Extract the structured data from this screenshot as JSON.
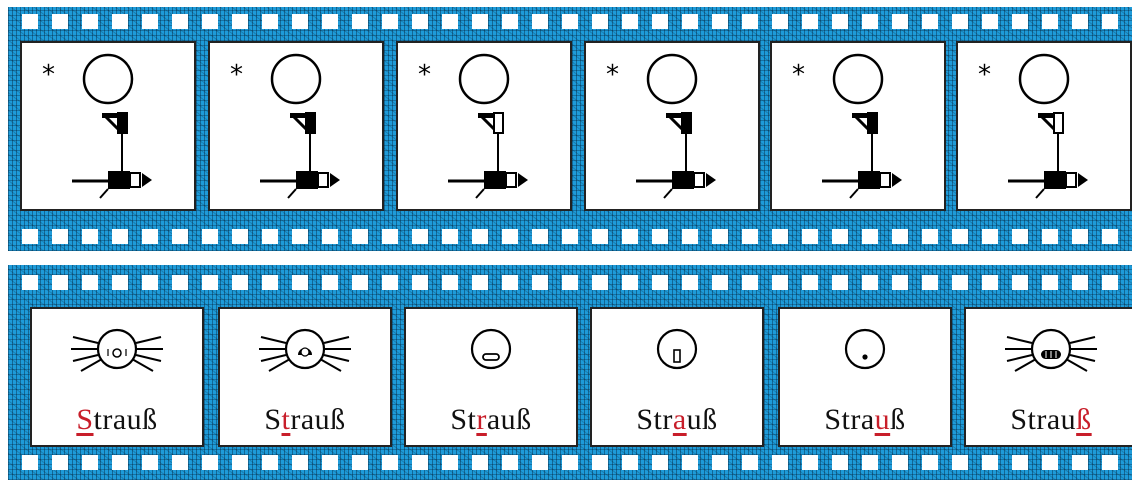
{
  "top_strip": {
    "frames": [
      {
        "mark": "*",
        "icon": "sign-notation-icon"
      },
      {
        "mark": "*",
        "icon": "sign-notation-icon"
      },
      {
        "mark": "*",
        "icon": "sign-notation-icon"
      },
      {
        "mark": "*",
        "icon": "sign-notation-icon"
      },
      {
        "mark": "*",
        "icon": "sign-notation-icon"
      },
      {
        "mark": "*",
        "icon": "sign-notation-icon"
      }
    ]
  },
  "bottom_strip": {
    "frames": [
      {
        "before": "",
        "highlight": "S",
        "after": "trauß",
        "icon": "mouth-whiskers-icon"
      },
      {
        "before": "S",
        "highlight": "t",
        "after": "rauß",
        "icon": "mouth-whiskers-icon"
      },
      {
        "before": "St",
        "highlight": "r",
        "after": "auß",
        "icon": "mouth-dash-icon"
      },
      {
        "before": "Str",
        "highlight": "a",
        "after": "uß",
        "icon": "mouth-bar-icon"
      },
      {
        "before": "Stra",
        "highlight": "u",
        "after": "ß",
        "icon": "mouth-dot-icon"
      },
      {
        "before": "Strau",
        "highlight": "ß",
        "after": "",
        "icon": "mouth-teeth-icon"
      }
    ]
  },
  "colors": {
    "film": "#1e9bd9",
    "highlight": "#c81e2a"
  }
}
